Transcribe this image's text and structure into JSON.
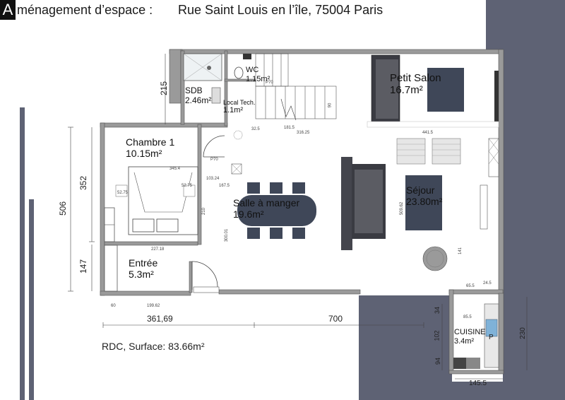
{
  "header": {
    "letter": "A",
    "title": "ménagement d’espace :",
    "address": "Rue Saint Louis en l’île, 75004 Paris"
  },
  "rooms": {
    "wc": {
      "name": "WC",
      "area": "1.15m²"
    },
    "petit_salon": {
      "name": "Petit Salon",
      "area": "16.7m²"
    },
    "sdb": {
      "name": "SDB",
      "area": "2.46m²"
    },
    "local_tech": {
      "name": "Local Tech.",
      "area": "1.1m²"
    },
    "chambre": {
      "name": "Chambre 1",
      "area": "10.15m²"
    },
    "salle_a_manger": {
      "name": "Salle à manger",
      "area": "19.6m²"
    },
    "sejour": {
      "name": "Séjour",
      "area": "23.80m²"
    },
    "entree": {
      "name": "Entrée",
      "area": "5.3m²"
    },
    "cuisine": {
      "name": "CUISINE",
      "area": "3.4m²"
    }
  },
  "dimensions": {
    "d215": "215",
    "d352": "352",
    "d506": "506",
    "d147": "147",
    "d361": "361,69",
    "d700": "700",
    "d230": "230",
    "d145": "145.5",
    "d34": "34",
    "d102": "102",
    "d94": "94"
  },
  "small_dims": {
    "p70a": "P70",
    "p70b": "P70",
    "d441": "441.5",
    "d316": "316.25",
    "d181": "181.5",
    "d85": "85.5",
    "d65": "65.5",
    "d60": "60",
    "d199": "199.62",
    "d227": "227.18",
    "d52a": "52.75",
    "d52b": "52.75",
    "d345": "345.4",
    "d103": "103.24",
    "d167": "167.5",
    "d300": "300.01",
    "d509": "509.62",
    "d210": "210",
    "d90": "90",
    "d141": "141",
    "d24": "24.5",
    "d32": "32.5",
    "p": "P"
  },
  "footer": {
    "surface": "RDC, Surface: 83.66m²"
  },
  "colors": {
    "slate": "#5e6274",
    "wall": "#8a8a8a",
    "furniture_dark": "#3f4758",
    "sofa": "#55565e"
  }
}
